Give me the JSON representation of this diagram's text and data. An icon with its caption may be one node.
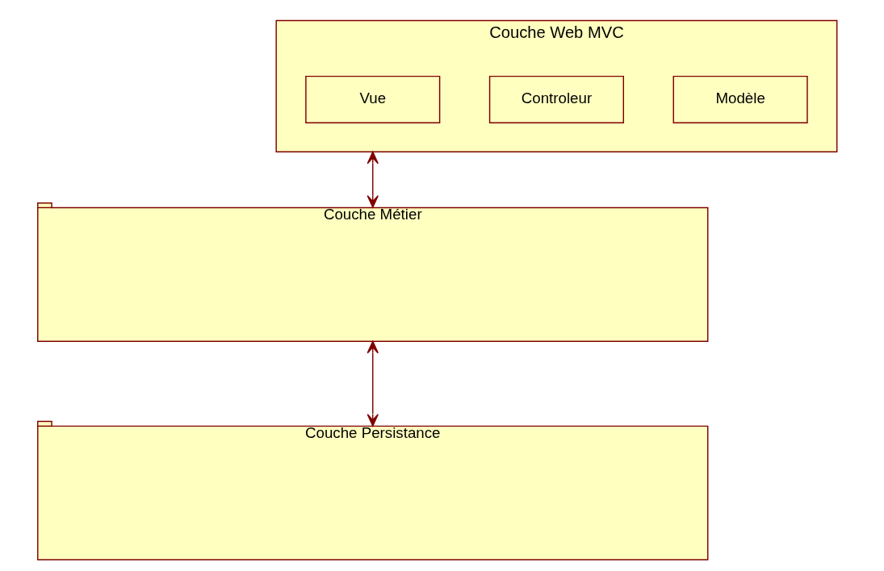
{
  "diagram": {
    "nodes": [
      {
        "text": [
          "Couche Web MVC"
        ]
      },
      {
        "text": [
          "Vue"
        ],
        "in": 0
      },
      {
        "text": [
          "Controleur"
        ],
        "in": 0
      },
      {
        "text": [
          "Modèle"
        ],
        "in": 0
      },
      {
        "text": [
          "Couche Métier"
        ]
      },
      {
        "text": [
          "Couche Persistance"
        ]
      }
    ],
    "edges": [
      {
        "from": 0,
        "to": 4,
        "arrow": "both"
      },
      {
        "from": 4,
        "to": 5,
        "arrow": "both"
      }
    ]
  }
}
